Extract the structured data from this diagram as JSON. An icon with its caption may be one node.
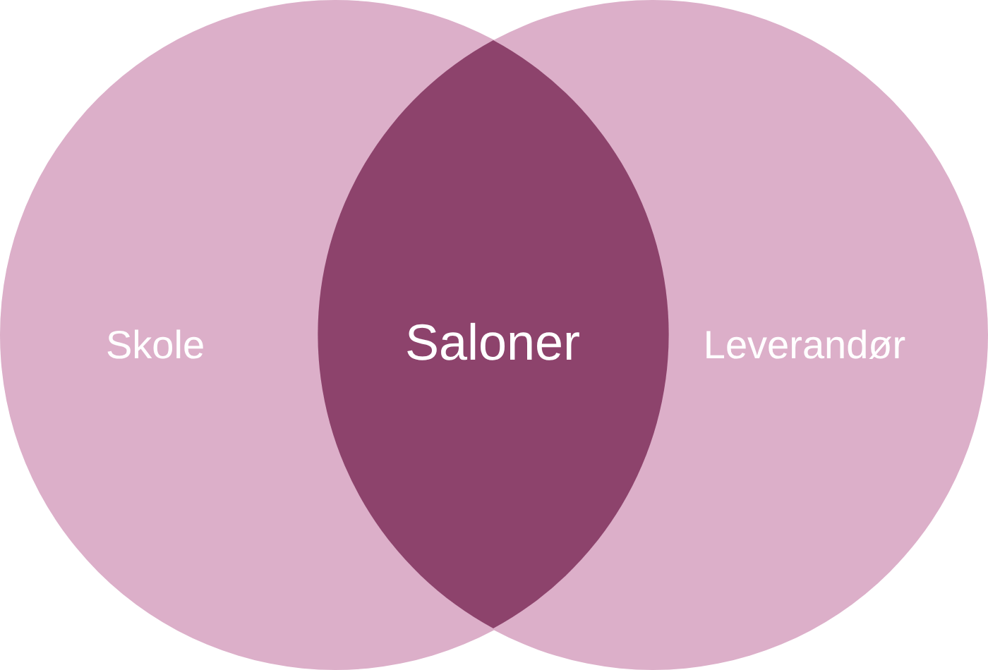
{
  "diagram": {
    "nodes": [
      {
        "text": [
          "Skole"
        ]
      },
      {
        "text": [
          "Saloner"
        ]
      },
      {
        "text": [
          "Leverandør"
        ]
      }
    ]
  }
}
